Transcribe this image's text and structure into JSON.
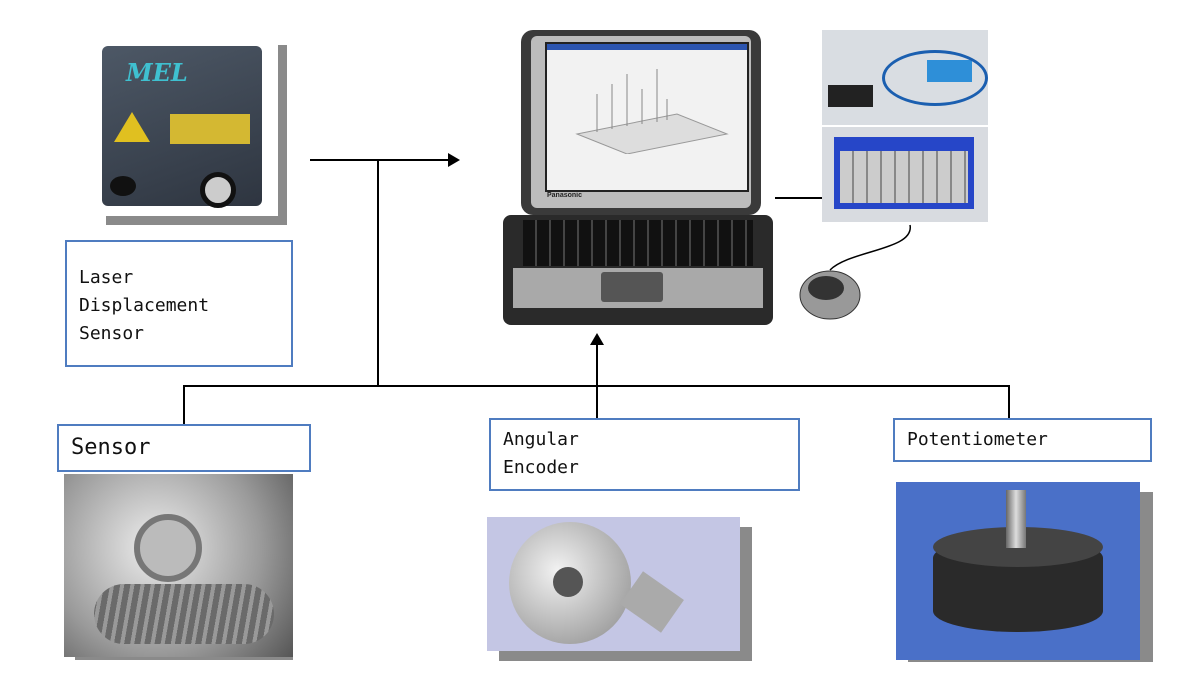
{
  "title": "Measurement system diagram",
  "labels": {
    "laser": [
      "Laser",
      "Displacement",
      "Sensor"
    ],
    "sensor": "Sensor",
    "encoder": [
      "Angular",
      "Encoder"
    ],
    "potentiometer": "Potentiometer"
  },
  "logos": {
    "laser_brand": "MEL",
    "laptop_brand": "Panasonic"
  },
  "colors": {
    "label_border": "#4f7cc0",
    "shadow": "#8a8a8a"
  }
}
